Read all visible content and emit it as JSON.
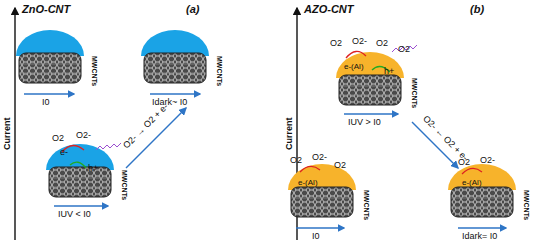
{
  "diagram": {
    "labels": [
      "ZnO-CNT",
      "(a)",
      "Current",
      "MWCNTs",
      "I0",
      "MWCNTs",
      "O2",
      "O2-",
      "e-",
      "h+",
      "IUV < I0",
      "O2- → O2 + e-",
      "MWCNTs",
      "Idark~ I0",
      "AZO-CNT",
      "(b)",
      "Current",
      "O2",
      "O2-",
      "O2",
      "O2",
      "e-(Al)",
      "h+",
      "MWCNTs",
      "IUV > I0",
      "O2- ← O2 + e-",
      "O2",
      "O2-",
      "O2",
      "e-(Al)",
      "MWCNTs",
      "I0",
      "O2",
      "O2-",
      "e-(Al)",
      "MWCNTs",
      "Idark= I0"
    ]
  }
}
